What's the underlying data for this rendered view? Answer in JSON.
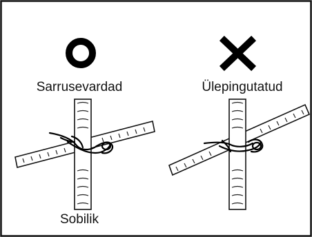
{
  "figure": {
    "correct_label": "Sarrusevardad",
    "incorrect_label": "Ülepingutatud",
    "caption": "Sobilik",
    "correct_icon": "circle-o-icon",
    "incorrect_icon": "x-cross-icon"
  }
}
